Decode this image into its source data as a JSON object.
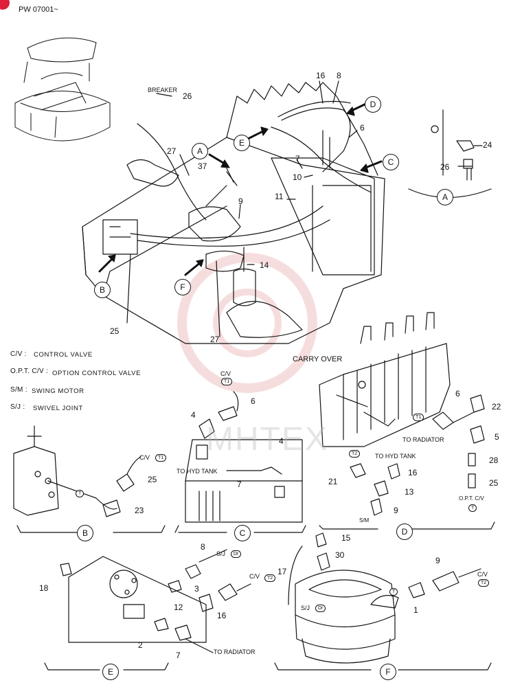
{
  "header": {
    "serial": "PW 07001~"
  },
  "colors": {
    "line": "#111111",
    "watermark": "#e8a0a0",
    "corner_mark": "#e0203a"
  },
  "main": {
    "breaker_label": "BREAKER",
    "part_numbers": {
      "n26": "26",
      "n16": "16",
      "n8": "8",
      "n6": "6",
      "n27": "27",
      "n37": "37",
      "n9": "9",
      "n7": "7",
      "n10": "10",
      "n11": "11",
      "n14": "14",
      "n25": "25",
      "n27b": "27"
    },
    "views": {
      "A": "A",
      "B": "B",
      "C": "C",
      "D": "D",
      "E": "E",
      "F": "F"
    }
  },
  "legend": [
    {
      "key": "C/V :",
      "value": "CONTROL VALVE"
    },
    {
      "key": "O.P.T. C/V :",
      "value": "OPTION CONTROL VALVE"
    },
    {
      "key": "S/M :",
      "value": "SWING MOTOR"
    },
    {
      "key": "S/J :",
      "value": "SWIVEL JOINT"
    }
  ],
  "detail_a": {
    "label": "A",
    "n24": "24",
    "n26": "26"
  },
  "detail_b": {
    "label": "B",
    "cv": "C/V",
    "t1": "T1",
    "t": "T",
    "n25": "25",
    "n23": "23"
  },
  "detail_c": {
    "label": "C",
    "cv": "C/V",
    "t1": "T1",
    "n6": "6",
    "n4a": "4",
    "n4b": "4",
    "n7": "7",
    "to_hyd": "TO HYD TANK"
  },
  "detail_d": {
    "label": "D",
    "carry_over": "CARRY OVER",
    "t1": "T1",
    "t2": "T2",
    "t": "T",
    "n6": "6",
    "n22": "22",
    "n5": "5",
    "n28": "28",
    "n25": "25",
    "opt_cv": "O.P.T. C/V",
    "to_radiator": "TO RADIATOR",
    "to_hyd": "TO HYD TANK",
    "n16": "16",
    "n21": "21",
    "n13": "13",
    "n9": "9",
    "sm": "S/M"
  },
  "detail_e": {
    "label": "E",
    "n18": "18",
    "n8": "8",
    "sj": "S/J",
    "dr": "Dr",
    "n3": "3",
    "cv": "C/V",
    "t2": "T2",
    "n12": "12",
    "n16": "16",
    "n2": "2",
    "n7": "7",
    "to_radiator": "TO  RADIATOR"
  },
  "detail_f": {
    "label": "F",
    "n15": "15",
    "n30": "30",
    "n17": "17",
    "n9": "9",
    "cv": "C/V",
    "t2": "T2",
    "t": "T",
    "sj": "S/J",
    "dr": "Dr",
    "n1": "1"
  },
  "watermark": "MHTEX"
}
